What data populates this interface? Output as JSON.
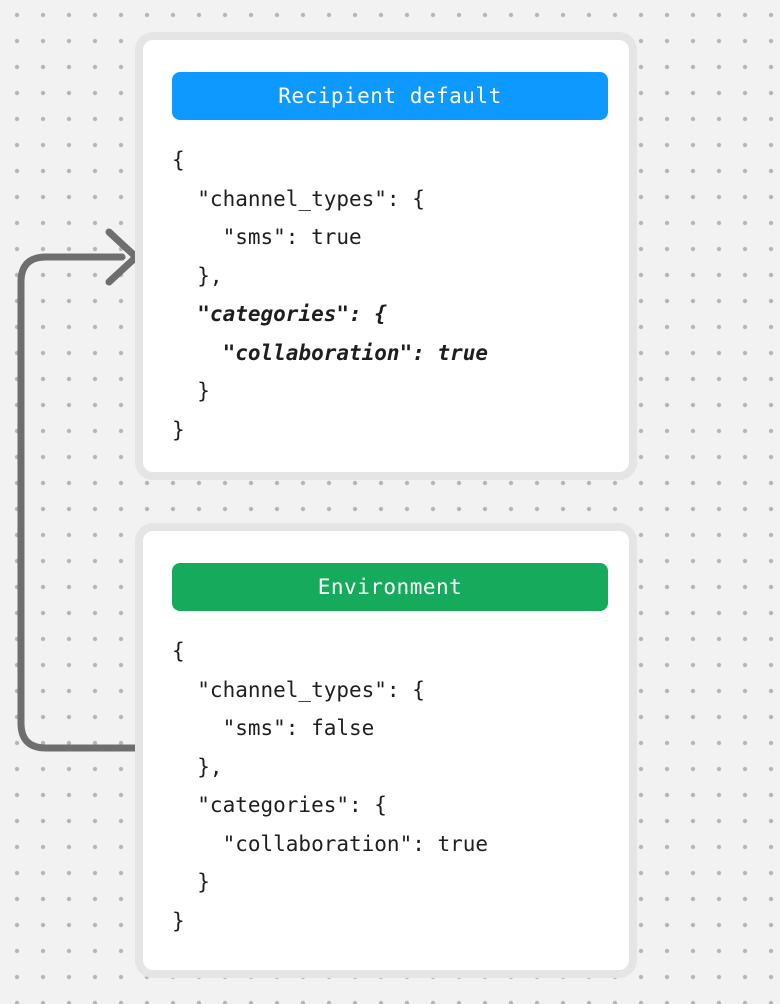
{
  "background": {
    "base_color": "#f2f2f2",
    "dot_color": "#b4b4b4"
  },
  "arrow": {
    "color": "#6e6e6e"
  },
  "cards": [
    {
      "header": {
        "label": "Recipient default",
        "color": "#0d99ff"
      },
      "code_lines": [
        {
          "text": "{",
          "emphasis": false
        },
        {
          "text": "  \"channel_types\": {",
          "emphasis": false
        },
        {
          "text": "    \"sms\": true",
          "emphasis": false
        },
        {
          "text": "  },",
          "emphasis": false
        },
        {
          "text": "  \"categories\": {",
          "emphasis": true
        },
        {
          "text": "    \"collaboration\": true",
          "emphasis": true
        },
        {
          "text": "  }",
          "emphasis": false
        },
        {
          "text": "}",
          "emphasis": false
        }
      ]
    },
    {
      "header": {
        "label": "Environment",
        "color": "#16ab5c"
      },
      "code_lines": [
        {
          "text": "{",
          "emphasis": false
        },
        {
          "text": "  \"channel_types\": {",
          "emphasis": false
        },
        {
          "text": "    \"sms\": false",
          "emphasis": false
        },
        {
          "text": "  },",
          "emphasis": false
        },
        {
          "text": "  \"categories\": {",
          "emphasis": false
        },
        {
          "text": "    \"collaboration\": true",
          "emphasis": false
        },
        {
          "text": "  }",
          "emphasis": false
        },
        {
          "text": "}",
          "emphasis": false
        }
      ]
    }
  ]
}
